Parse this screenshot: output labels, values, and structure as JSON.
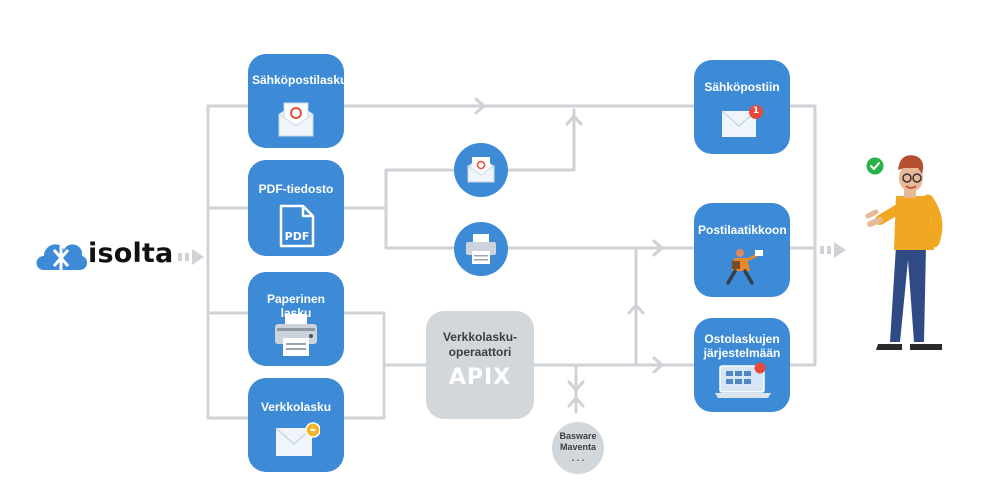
{
  "logo": {
    "text": "isolta"
  },
  "inputs": [
    {
      "label": "Sähköpostilasku"
    },
    {
      "label": "PDF-tiedosto"
    },
    {
      "label": "Paperinen lasku"
    },
    {
      "label": "Verkkolasku"
    }
  ],
  "pdf_icon_text": "PDF",
  "operator": {
    "label": "Verkkolasku-\noperaattori",
    "logo": "APIX"
  },
  "partners": {
    "label": "Basware\nMaventa\n. . ."
  },
  "outputs": [
    {
      "label": "Sähköpostiin",
      "badge": "1"
    },
    {
      "label": "Postilaatikkoon"
    },
    {
      "label": "Ostolaskujen\njärjestelmään"
    }
  ]
}
